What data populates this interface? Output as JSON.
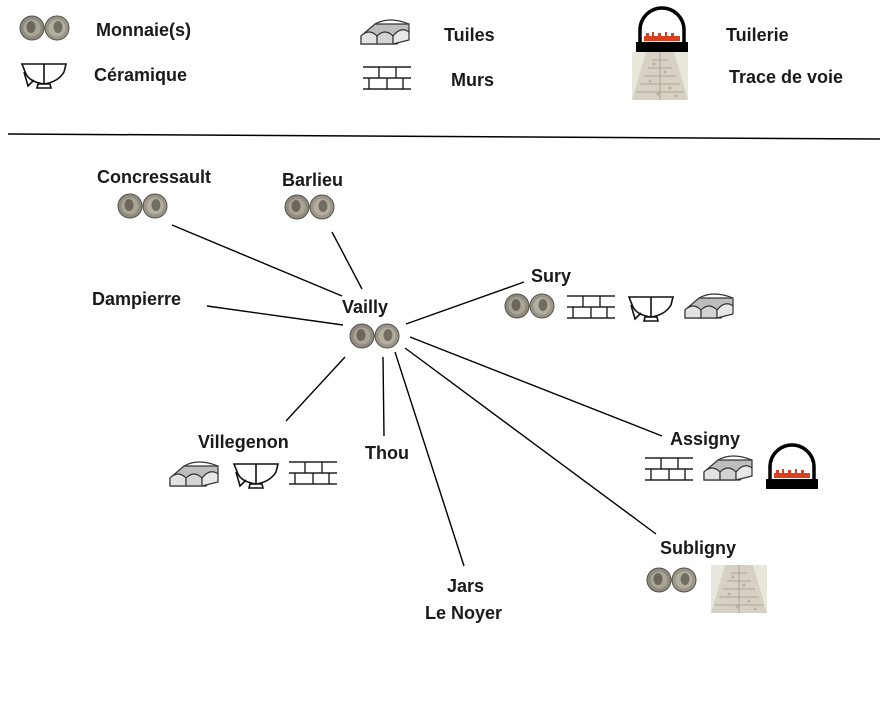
{
  "legend": {
    "monnaie": "Monnaie(s)",
    "ceramique": "Céramique",
    "tuiles": "Tuiles",
    "murs": "Murs",
    "tuilerie": "Tuilerie",
    "trace_de_voie": "Trace de voie"
  },
  "center": {
    "name": "Vailly",
    "finds": [
      "coin-icon"
    ]
  },
  "sites": [
    {
      "name": "Concressault",
      "finds": [
        "coin-icon"
      ]
    },
    {
      "name": "Barlieu",
      "finds": [
        "coin-icon"
      ]
    },
    {
      "name": "Dampierre",
      "finds": []
    },
    {
      "name": "Sury",
      "finds": [
        "coin-icon",
        "wall-icon",
        "ceramic-icon",
        "tile-icon"
      ]
    },
    {
      "name": "Villegenon",
      "finds": [
        "tile-icon",
        "ceramic-icon",
        "wall-icon"
      ]
    },
    {
      "name": "Thou",
      "finds": []
    },
    {
      "name": "Assigny",
      "finds": [
        "wall-icon",
        "tile-icon",
        "kiln-icon"
      ]
    },
    {
      "name": "Subligny",
      "finds": [
        "coin-icon",
        "road-trace-icon"
      ]
    },
    {
      "name": "Jars",
      "finds": []
    },
    {
      "name": "Le Noyer",
      "finds": []
    }
  ],
  "colors": {
    "line": "#000000",
    "coin": "#8a857a",
    "kiln_fire": "#d9401f"
  }
}
